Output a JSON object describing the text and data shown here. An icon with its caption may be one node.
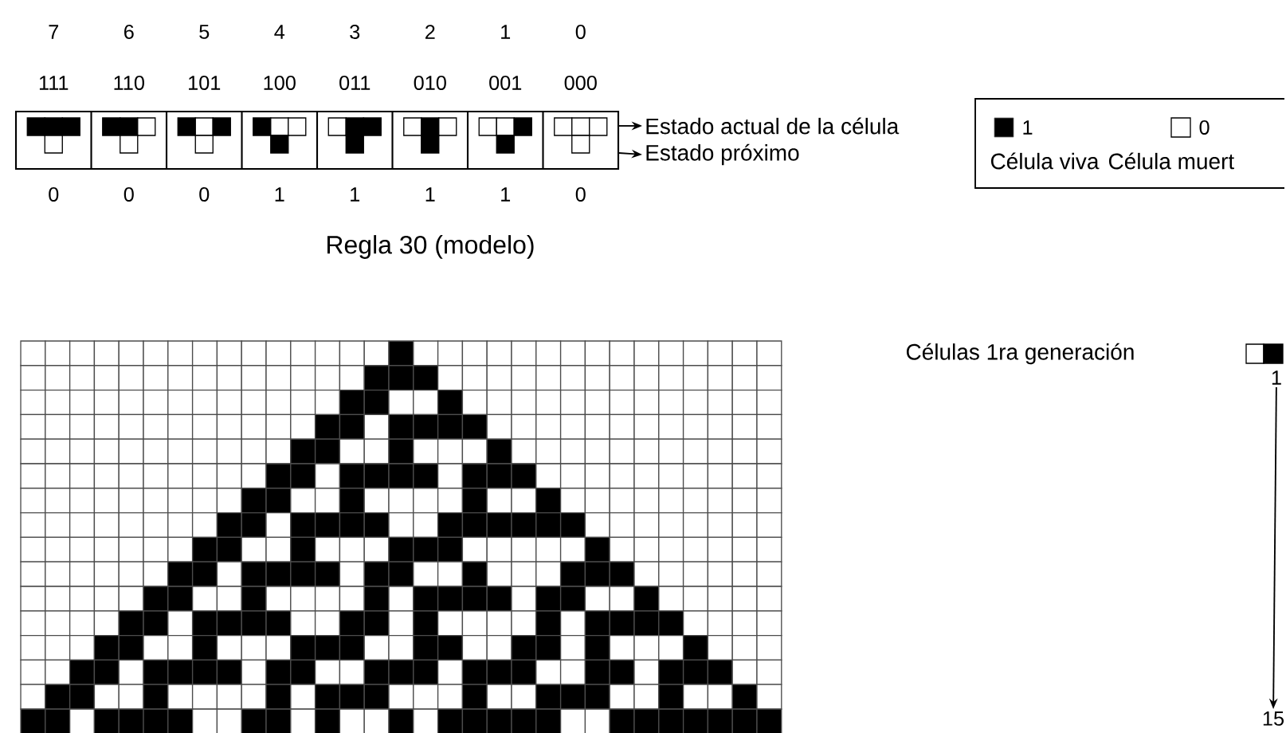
{
  "diagram": {
    "nodes": [
      {
        "text": [],
        "shape": "box"
      },
      {
        "text": [
          "Estado actual de la célula"
        ]
      },
      {
        "text": [
          "Estado próximo"
        ]
      },
      {
        "text": [
          "1"
        ]
      },
      {
        "text": [
          "15"
        ]
      }
    ],
    "edges": [
      {
        "from": 0,
        "to": 1,
        "arrow": "to"
      },
      {
        "from": 0,
        "to": 2,
        "arrow": "to"
      },
      {
        "from": 3,
        "to": 4,
        "arrow": "to"
      }
    ],
    "labels": [
      "7",
      "6",
      "5",
      "4",
      "3",
      "2",
      "1",
      "0",
      "111",
      "110",
      "101",
      "100",
      "011",
      "010",
      "001",
      "000",
      "0",
      "0",
      "0",
      "1",
      "1",
      "1",
      "1",
      "0",
      "Célula viva",
      "Célula muert",
      "Regla 30 (modelo)",
      "Células 1ra generación"
    ],
    "legend": [
      {
        "text": "1",
        "color": "#000000"
      },
      {
        "text": "0"
      }
    ]
  }
}
